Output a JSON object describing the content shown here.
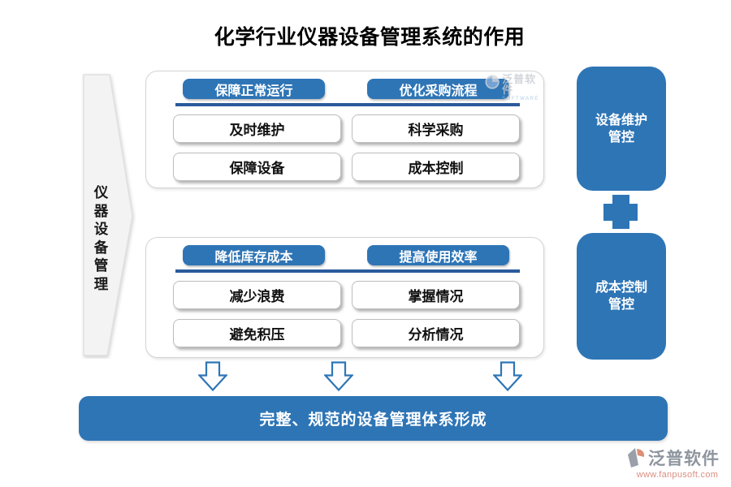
{
  "title": "化学行业仪器设备管理系统的作用",
  "left_banner": {
    "label": "仪器设备管理"
  },
  "groups": [
    {
      "columns": [
        {
          "header": "保障正常运行",
          "items": [
            "及时维护",
            "保障设备"
          ]
        },
        {
          "header": "优化采购流程",
          "items": [
            "科学采购",
            "成本控制"
          ]
        }
      ]
    },
    {
      "columns": [
        {
          "header": "降低库存成本",
          "items": [
            "减少浪费",
            "避免积压"
          ]
        },
        {
          "header": "提高使用效率",
          "items": [
            "掌握情况",
            "分析情况"
          ]
        }
      ]
    }
  ],
  "side_panel": {
    "boxes": [
      {
        "line1": "设备维护",
        "line2": "管控"
      },
      {
        "line1": "成本控制",
        "line2": "管控"
      }
    ]
  },
  "bottom_bar": {
    "label": "完整、规范的设备管理体系形成"
  },
  "watermark": {
    "brand": "泛普软件",
    "caption": "SOFTWARE"
  },
  "footer_logo": {
    "brand": "泛普软件",
    "url": "www.fanpusoft.com"
  },
  "colors": {
    "accent_blue": "#2e75b6",
    "divider_blue": "#2a5a9b",
    "banner_gray": "#f3f3f4",
    "logo_gray": "#8e959e",
    "logo_salmon": "#d98f82"
  }
}
